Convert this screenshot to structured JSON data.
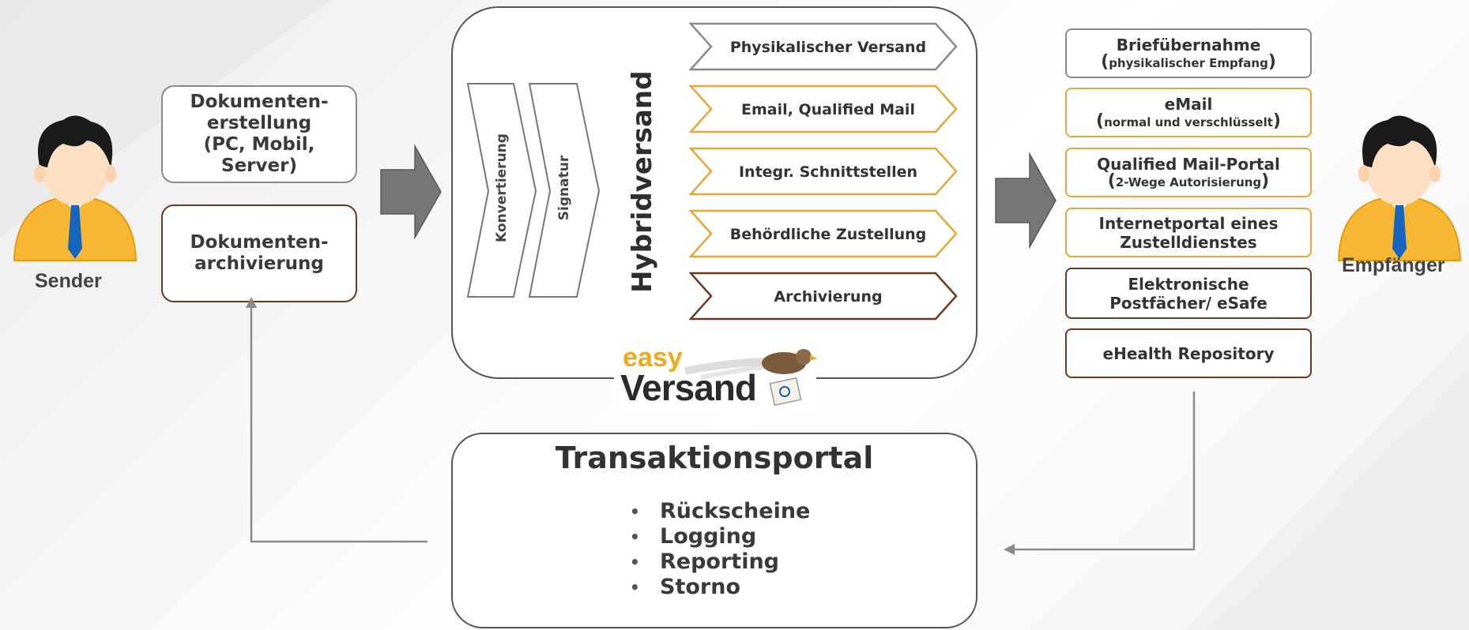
{
  "sender": {
    "label": "Sender"
  },
  "receiver": {
    "label": "Empfänger"
  },
  "left_boxes": {
    "creation_line1": "Dokumenten-",
    "creation_line2": "erstellung",
    "creation_line3": "(PC, Mobil,",
    "creation_line4": "Server)",
    "archiving_line1": "Dokumenten-",
    "archiving_line2": "archivierung"
  },
  "process": {
    "step1": "Konvertierung",
    "step2": "Signatur",
    "title": "Hybridversand"
  },
  "channels": [
    {
      "label": "Physikalischer Versand",
      "color": "#8a8a8a"
    },
    {
      "label": "Email, Qualified Mail",
      "color": "#e8a634"
    },
    {
      "label": "Integr.  Schnittstellen",
      "color": "#e8a634"
    },
    {
      "label": "Behördliche Zustellung",
      "color": "#e8a634"
    },
    {
      "label": "Archivierung",
      "color": "#6b3a1e"
    }
  ],
  "logo": {
    "word1": "easy",
    "word2": "Versand"
  },
  "recipients": [
    {
      "title": "Briefübernahme",
      "sub_open": "(",
      "sub": "physikalischer Empfang",
      "sub_close": ")",
      "color": "#8a8a8a"
    },
    {
      "title": "eMail",
      "sub_open": "(",
      "sub": "normal und verschlüsselt",
      "sub_close": ")",
      "color": "#e8a634"
    },
    {
      "title": "Qualified Mail-Portal",
      "sub_open": "(",
      "sub": "2-Wege Autorisierung",
      "sub_close": ")",
      "color": "#e8a634"
    },
    {
      "title": "Internetportal eines",
      "title2": "Zustelldienstes",
      "color": "#e8a634"
    },
    {
      "title": "Elektronische",
      "title2": "Postfächer/ eSafe",
      "color": "#6b3a1e"
    },
    {
      "title": "eHealth Repository",
      "color": "#6b3a1e"
    }
  ],
  "portal": {
    "title": "Transaktionsportal",
    "bullet": "•",
    "items": [
      "Rückscheine",
      "Logging",
      "Reporting",
      "Storno"
    ]
  }
}
